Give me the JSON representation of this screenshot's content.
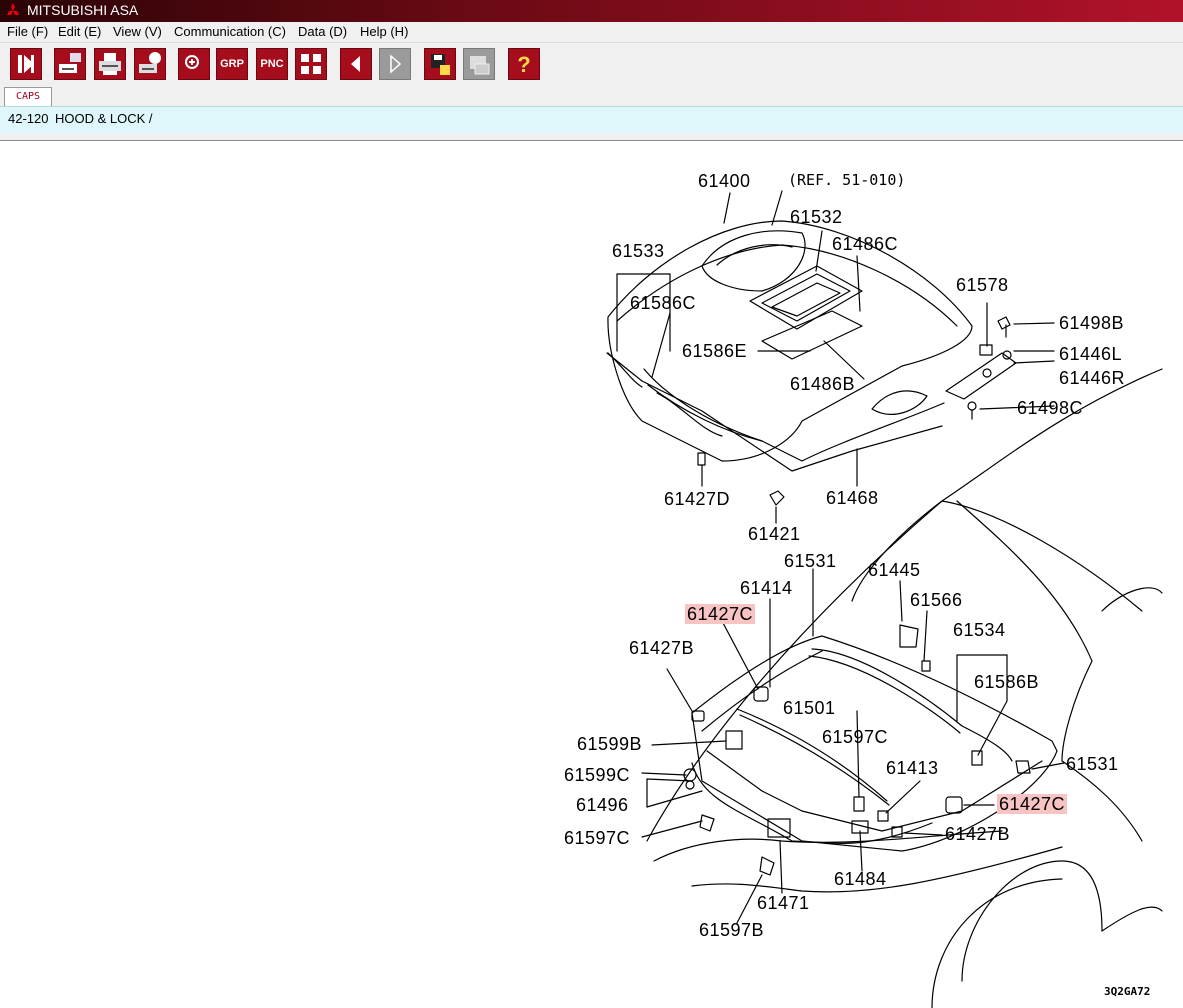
{
  "window": {
    "title": "MITSUBISHI ASA"
  },
  "menu": [
    "File (F)",
    "Edit (E)",
    "View (V)",
    "Communication (C)",
    "Data (D)",
    "Help (H)"
  ],
  "toolbar": {
    "grp_label": "GRP",
    "pnc_label": "PNC"
  },
  "tabs": [
    "CAPS"
  ],
  "path": {
    "code": "42-120",
    "title": "HOOD & LOCK /"
  },
  "diagram": {
    "ref": "(REF. 51-010)",
    "code": "3Q2GA72",
    "parts": [
      "61400",
      "61532",
      "61486C",
      "61533",
      "61586C",
      "61586E",
      "61486B",
      "61578",
      "61498B",
      "61446L",
      "61446R",
      "61498C",
      "61427D",
      "61468",
      "61421",
      "61531",
      "61445",
      "61414",
      "61427C",
      "61566",
      "61534",
      "61427B",
      "61586B",
      "61501",
      "61599B",
      "61597C",
      "61413",
      "61599C",
      "61496",
      "61427C",
      "61597C",
      "61484",
      "61427B",
      "61471",
      "61597B",
      "61531"
    ],
    "highlighted": [
      "61427C"
    ]
  }
}
